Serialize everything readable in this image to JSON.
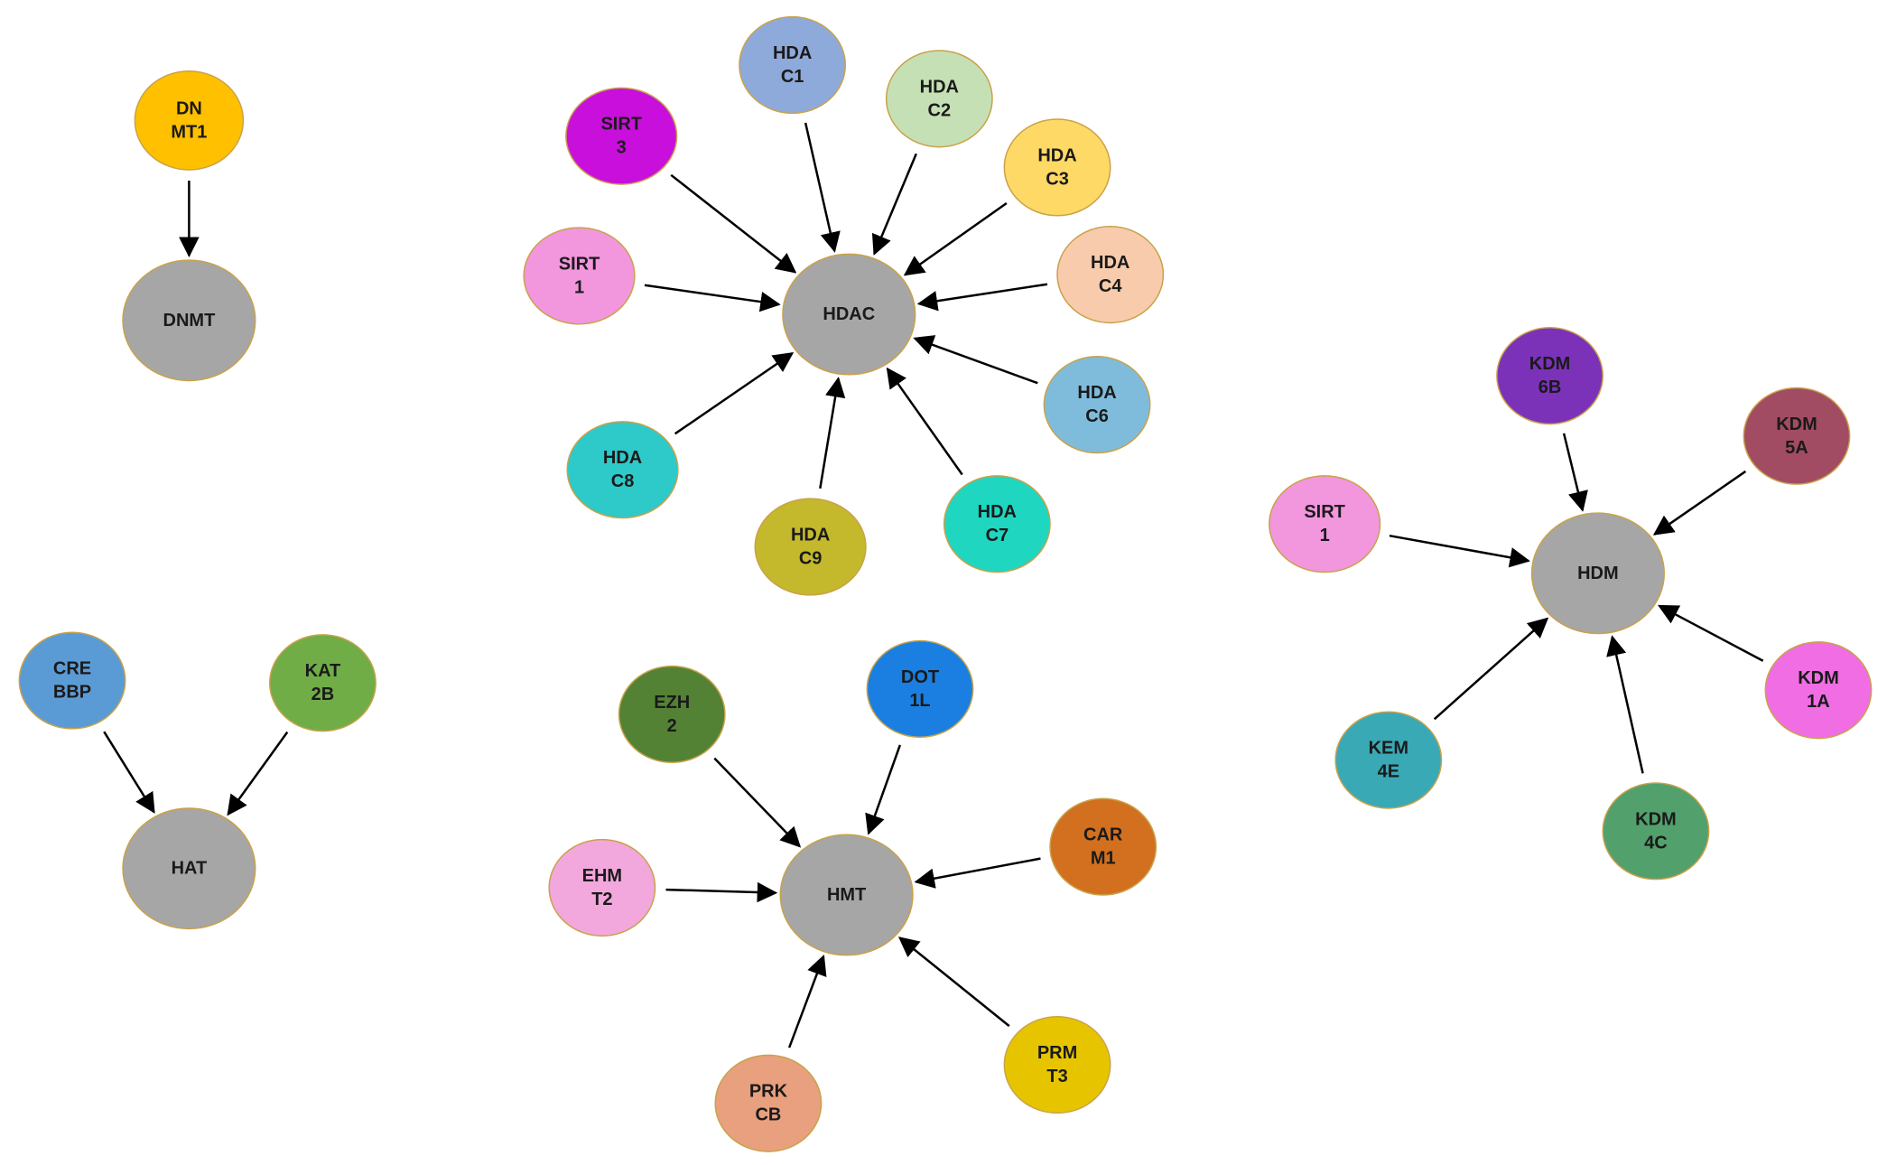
{
  "groups": [
    {
      "hub": {
        "id": "dnmt",
        "label": "DNMT",
        "color": "#a6a6a6"
      },
      "members": [
        {
          "id": "dnmt1",
          "lines": [
            "DN",
            "MT1"
          ],
          "color": "#ffc000"
        }
      ]
    },
    {
      "hub": {
        "id": "hdac",
        "label": "HDAC",
        "color": "#a6a6a6"
      },
      "members": [
        {
          "id": "hdac1",
          "lines": [
            "HDA",
            "C1"
          ],
          "color": "#8eaadb"
        },
        {
          "id": "hdac2",
          "lines": [
            "HDA",
            "C2"
          ],
          "color": "#c5e0b4"
        },
        {
          "id": "hdac3",
          "lines": [
            "HDA",
            "C3"
          ],
          "color": "#ffd966"
        },
        {
          "id": "hdac4",
          "lines": [
            "HDA",
            "C4"
          ],
          "color": "#f8cbad"
        },
        {
          "id": "hdac6",
          "lines": [
            "HDA",
            "C6"
          ],
          "color": "#7fbcdc"
        },
        {
          "id": "hdac7",
          "lines": [
            "HDA",
            "C7"
          ],
          "color": "#1fd6c0"
        },
        {
          "id": "hdac9",
          "lines": [
            "HDA",
            "C9"
          ],
          "color": "#c4b82c"
        },
        {
          "id": "hdac8",
          "lines": [
            "HDA",
            "C8"
          ],
          "color": "#2ec9c9"
        },
        {
          "id": "sirt1-hdac",
          "lines": [
            "SIRT",
            "1"
          ],
          "color": "#f296de"
        },
        {
          "id": "sirt3",
          "lines": [
            "SIRT",
            "3"
          ],
          "color": "#c90fdc"
        }
      ]
    },
    {
      "hub": {
        "id": "hdm",
        "label": "HDM",
        "color": "#a6a6a6"
      },
      "members": [
        {
          "id": "kdm6b",
          "lines": [
            "KDM",
            "6B"
          ],
          "color": "#7b32b8"
        },
        {
          "id": "kdm5a",
          "lines": [
            "KDM",
            "5A"
          ],
          "color": "#a24c63"
        },
        {
          "id": "kdm1a",
          "lines": [
            "KDM",
            "1A"
          ],
          "color": "#f06de4"
        },
        {
          "id": "kdm4c",
          "lines": [
            "KDM",
            "4C"
          ],
          "color": "#52a06c"
        },
        {
          "id": "kem4e",
          "lines": [
            "KEM",
            "4E"
          ],
          "color": "#39a9b6"
        },
        {
          "id": "sirt1-hdm",
          "lines": [
            "SIRT",
            "1"
          ],
          "color": "#f296de"
        }
      ]
    },
    {
      "hub": {
        "id": "hat",
        "label": "HAT",
        "color": "#a6a6a6"
      },
      "members": [
        {
          "id": "crebbp",
          "lines": [
            "CRE",
            "BBP"
          ],
          "color": "#5b9bd5"
        },
        {
          "id": "kat2b",
          "lines": [
            "KAT",
            "2B"
          ],
          "color": "#70ad47"
        }
      ]
    },
    {
      "hub": {
        "id": "hmt",
        "label": "HMT",
        "color": "#a6a6a6"
      },
      "members": [
        {
          "id": "ezh2",
          "lines": [
            "EZH",
            "2"
          ],
          "color": "#548235"
        },
        {
          "id": "dot1l",
          "lines": [
            "DOT",
            "1L"
          ],
          "color": "#1a7fe0"
        },
        {
          "id": "carm1",
          "lines": [
            "CAR",
            "M1"
          ],
          "color": "#d2701f"
        },
        {
          "id": "prmt3",
          "lines": [
            "PRM",
            "T3"
          ],
          "color": "#e6c500"
        },
        {
          "id": "prkcb",
          "lines": [
            "PRK",
            "CB"
          ],
          "color": "#e8a07e"
        },
        {
          "id": "ehmt2",
          "lines": [
            "EHM",
            "T2"
          ],
          "color": "#f2a7dd"
        }
      ]
    }
  ]
}
